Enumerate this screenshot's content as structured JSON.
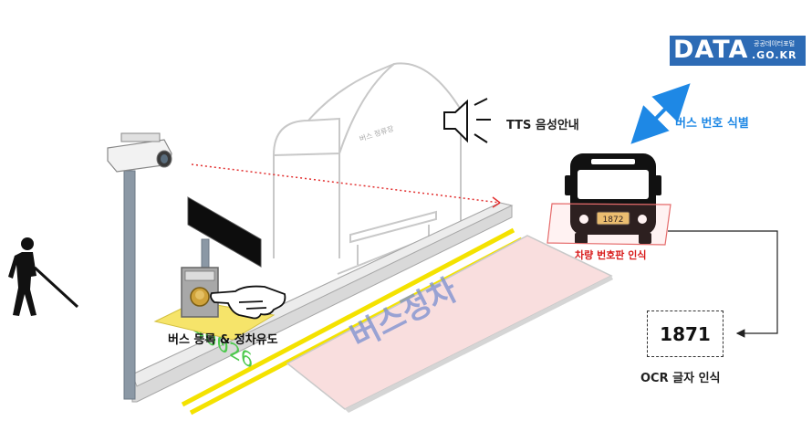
{
  "logo": {
    "main": "DATA",
    "sub": "공공데이터포털",
    "domain": ".GO.KR"
  },
  "labels": {
    "tts": "TTS 음성안내",
    "bus_identification": "버스 번호 식별",
    "plate_recognition": "차량 번호판 인식",
    "bus_register": "버스 등록 & 정차유도",
    "ocr_recognition": "OCR 글자 인식",
    "shelter_sign": "버스 정류장",
    "platform_marking": "버스정차"
  },
  "values": {
    "led_display": "40026",
    "bus_plate": "1872",
    "ocr_result": "1871"
  },
  "colors": {
    "accent_blue": "#1e88e5",
    "logo_blue": "#2d6bb5",
    "plate_red": "#d81b1b",
    "led_green": "#4ec94e",
    "tactile_yellow": "#f4e200",
    "platform_pink": "#f9dede"
  }
}
